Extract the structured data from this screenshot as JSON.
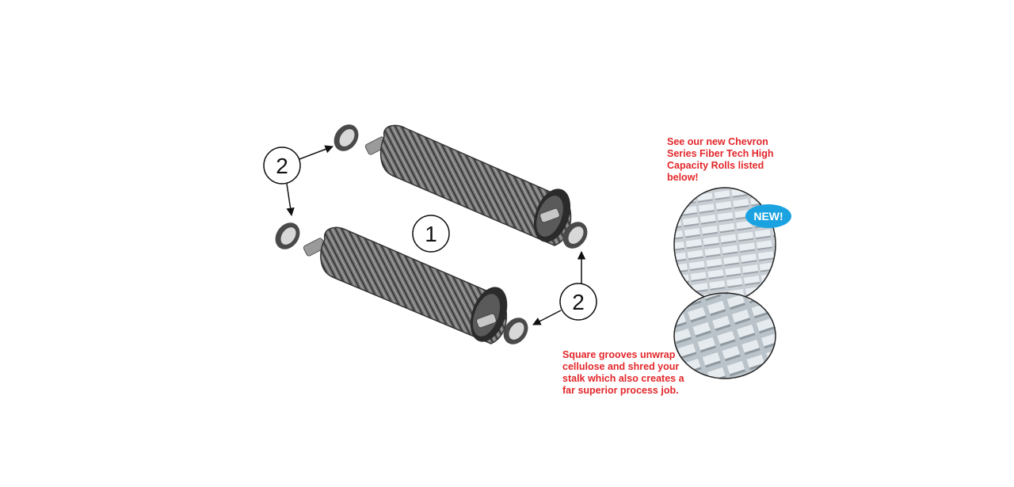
{
  "callouts": {
    "part_1": "1",
    "part_2_left": "2",
    "part_2_right": "2"
  },
  "notes": {
    "top": "See our new Chevron Series Fiber Tech High Capacity Rolls listed below!",
    "bottom": "Square grooves unwrap cellulose and shred your stalk which also creates a far superior process job."
  },
  "badge": {
    "label": "NEW!"
  },
  "colors": {
    "note_text": "#e3262a",
    "badge_fill": "#1aa3e0",
    "roller_body": "#6a6a6a",
    "roller_dark": "#2b2b2b"
  },
  "icons": {
    "roller": "grooved-roller-icon",
    "bearing": "bearing-ring-icon",
    "sample": "groove-sample-image"
  }
}
